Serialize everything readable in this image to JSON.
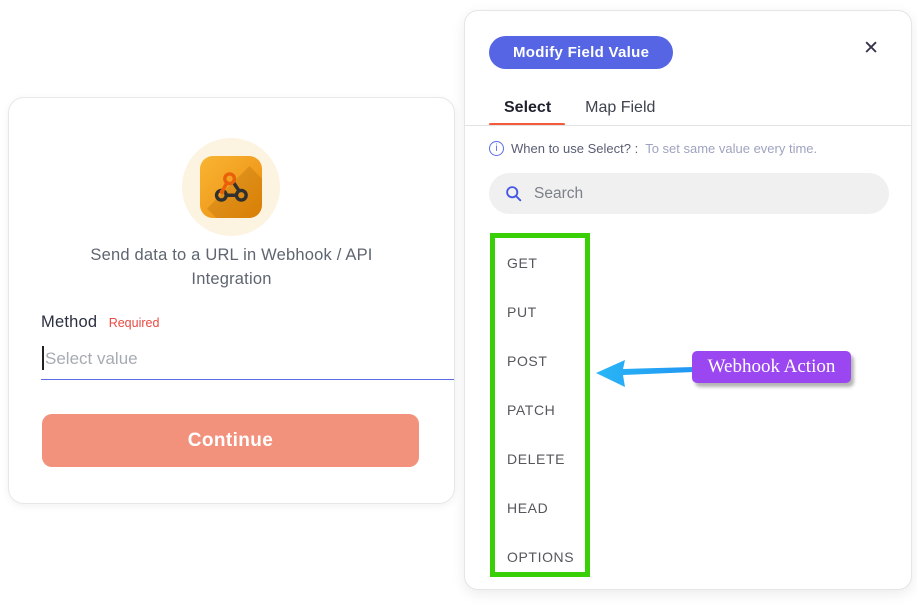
{
  "left_card": {
    "icon_name": "webhook-icon",
    "title": "Send data to a URL in Webhook / API Integration",
    "method_label": "Method",
    "required_label": "Required",
    "input_placeholder": "Select value",
    "continue_label": "Continue"
  },
  "modal": {
    "header_badge": "Modify Field Value",
    "close_icon": "✕",
    "tabs": [
      {
        "label": "Select",
        "active": true
      },
      {
        "label": "Map Field",
        "active": false
      }
    ],
    "info": {
      "icon_glyph": "i",
      "question": "When to use Select? :",
      "answer": "To set same value every time."
    },
    "search": {
      "placeholder": "Search"
    },
    "methods": [
      "GET",
      "PUT",
      "POST",
      "PATCH",
      "DELETE",
      "HEAD",
      "OPTIONS"
    ]
  },
  "annotation": {
    "label": "Webhook Action"
  },
  "colors": {
    "primary_blue": "#5565E3",
    "tab_active_underline": "#F5593B",
    "continue_salmon": "#F2917C",
    "green_highlight": "#38CF07",
    "arrow_blue": "#2E9CF4",
    "badge_purple": "#9A47F2",
    "required_red": "#E84A42",
    "input_underline": "#5B6BE8",
    "webhook_orange": "#F29E1F",
    "icon_circle_bg": "#FCF3E1"
  }
}
